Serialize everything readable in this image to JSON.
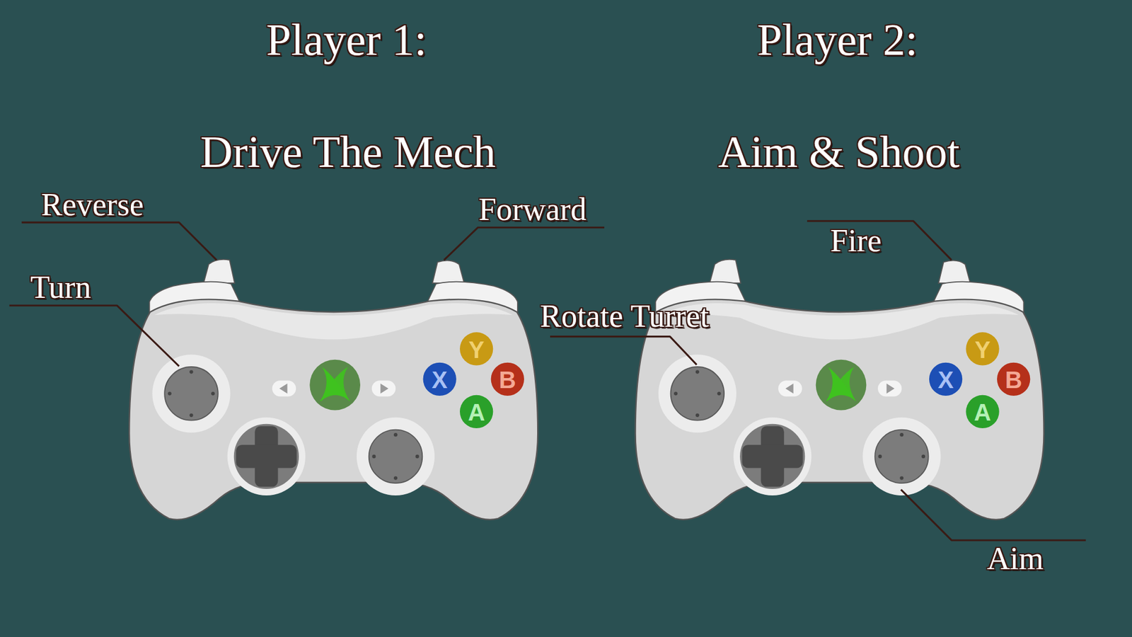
{
  "diagram": {
    "labels": [
      "Player 1:",
      "Player 2:",
      "Drive The Mech",
      "Aim & Shoot",
      "Reverse",
      "Forward",
      "Fire",
      "Turn",
      "Rotate Turret",
      "Y",
      "X",
      "B",
      "A",
      "Y",
      "X",
      "B",
      "A",
      "Aim"
    ]
  }
}
